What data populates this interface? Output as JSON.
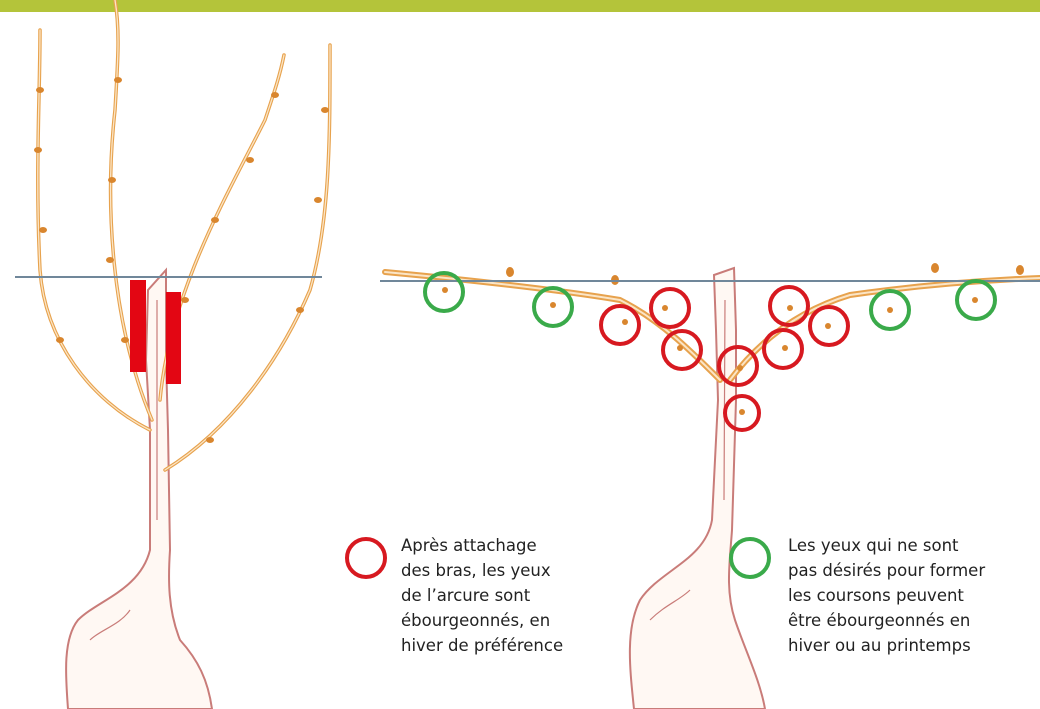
{
  "colors": {
    "top_band": "#b4c43a",
    "shoot": "#e7a24d",
    "trunk": "#c97c79",
    "wire": "#70879a",
    "red_marker": "#e30613",
    "red_ring": "#d71920",
    "green_ring": "#3aaa4a"
  },
  "legend": {
    "red": {
      "icon": "red-circle",
      "text": "Après attachage\ndes bras, les yeux\nde l’arcure sont\nébourgeonnés, en\nhiver de préférence"
    },
    "green": {
      "icon": "green-circle",
      "text": "Les yeux qui ne sont\npas désirés pour former\nles coursons peuvent\nêtre ébourgeonnés en\nhiver ou au printemps"
    }
  }
}
